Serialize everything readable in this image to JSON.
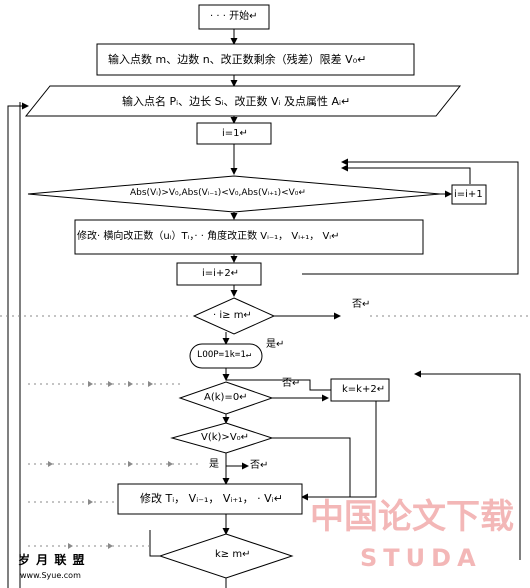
{
  "flowchart": {
    "start": "· · · 开始↵",
    "input_counts": "输入点数 m、边数 n、改正数剩余（残差）限差 V₀↵",
    "input_points": "输入点名 Pᵢ、边长 Sᵢ、改正数 Vᵢ 及点属性 Aᵢ↵",
    "init_i": "i=1↵",
    "condition_abs": "Abs(Vᵢ)>V₀,Abs(Vᵢ₋₁)<V₀,Abs(Vᵢ₊₁)<V₀↵",
    "increment_i1": "i=i+1",
    "modify_angle": "修改· 横向改正数（uᵢ）Tᵢ，· · 角度改正数 Vᵢ₋₁，  Vᵢ₊₁，  Vᵢ↵",
    "increment_i2": "i=i+2↵",
    "condition_i_ge_m": "· i≥ m↵",
    "label_no_1": "否↵",
    "label_yes_1": "是↵",
    "loop_init": "LOOP=1k=1↵",
    "label_no_2": "否↵",
    "condition_A": "A(k)=0↵",
    "increment_k": "k=k+2↵",
    "condition_V": "V(k)>V₀↵",
    "label_yes_2": "是",
    "label_no_3": "否↵",
    "modify_T": "修改  Tᵢ，  Vᵢ₋₁，  Vᵢ₊₁，  · Vᵢ↵",
    "condition_k_ge_m": "k≥ m↵"
  },
  "watermarks": {
    "logo_cn": "岁 月 联 盟",
    "logo_url": "www.Syue.com",
    "cn_text": "中国论文下载",
    "en_text": "STUDA"
  },
  "colors": {
    "line": "#000000",
    "dotted": "#8a8a8a",
    "watermark_red": "#f0a0a0"
  }
}
